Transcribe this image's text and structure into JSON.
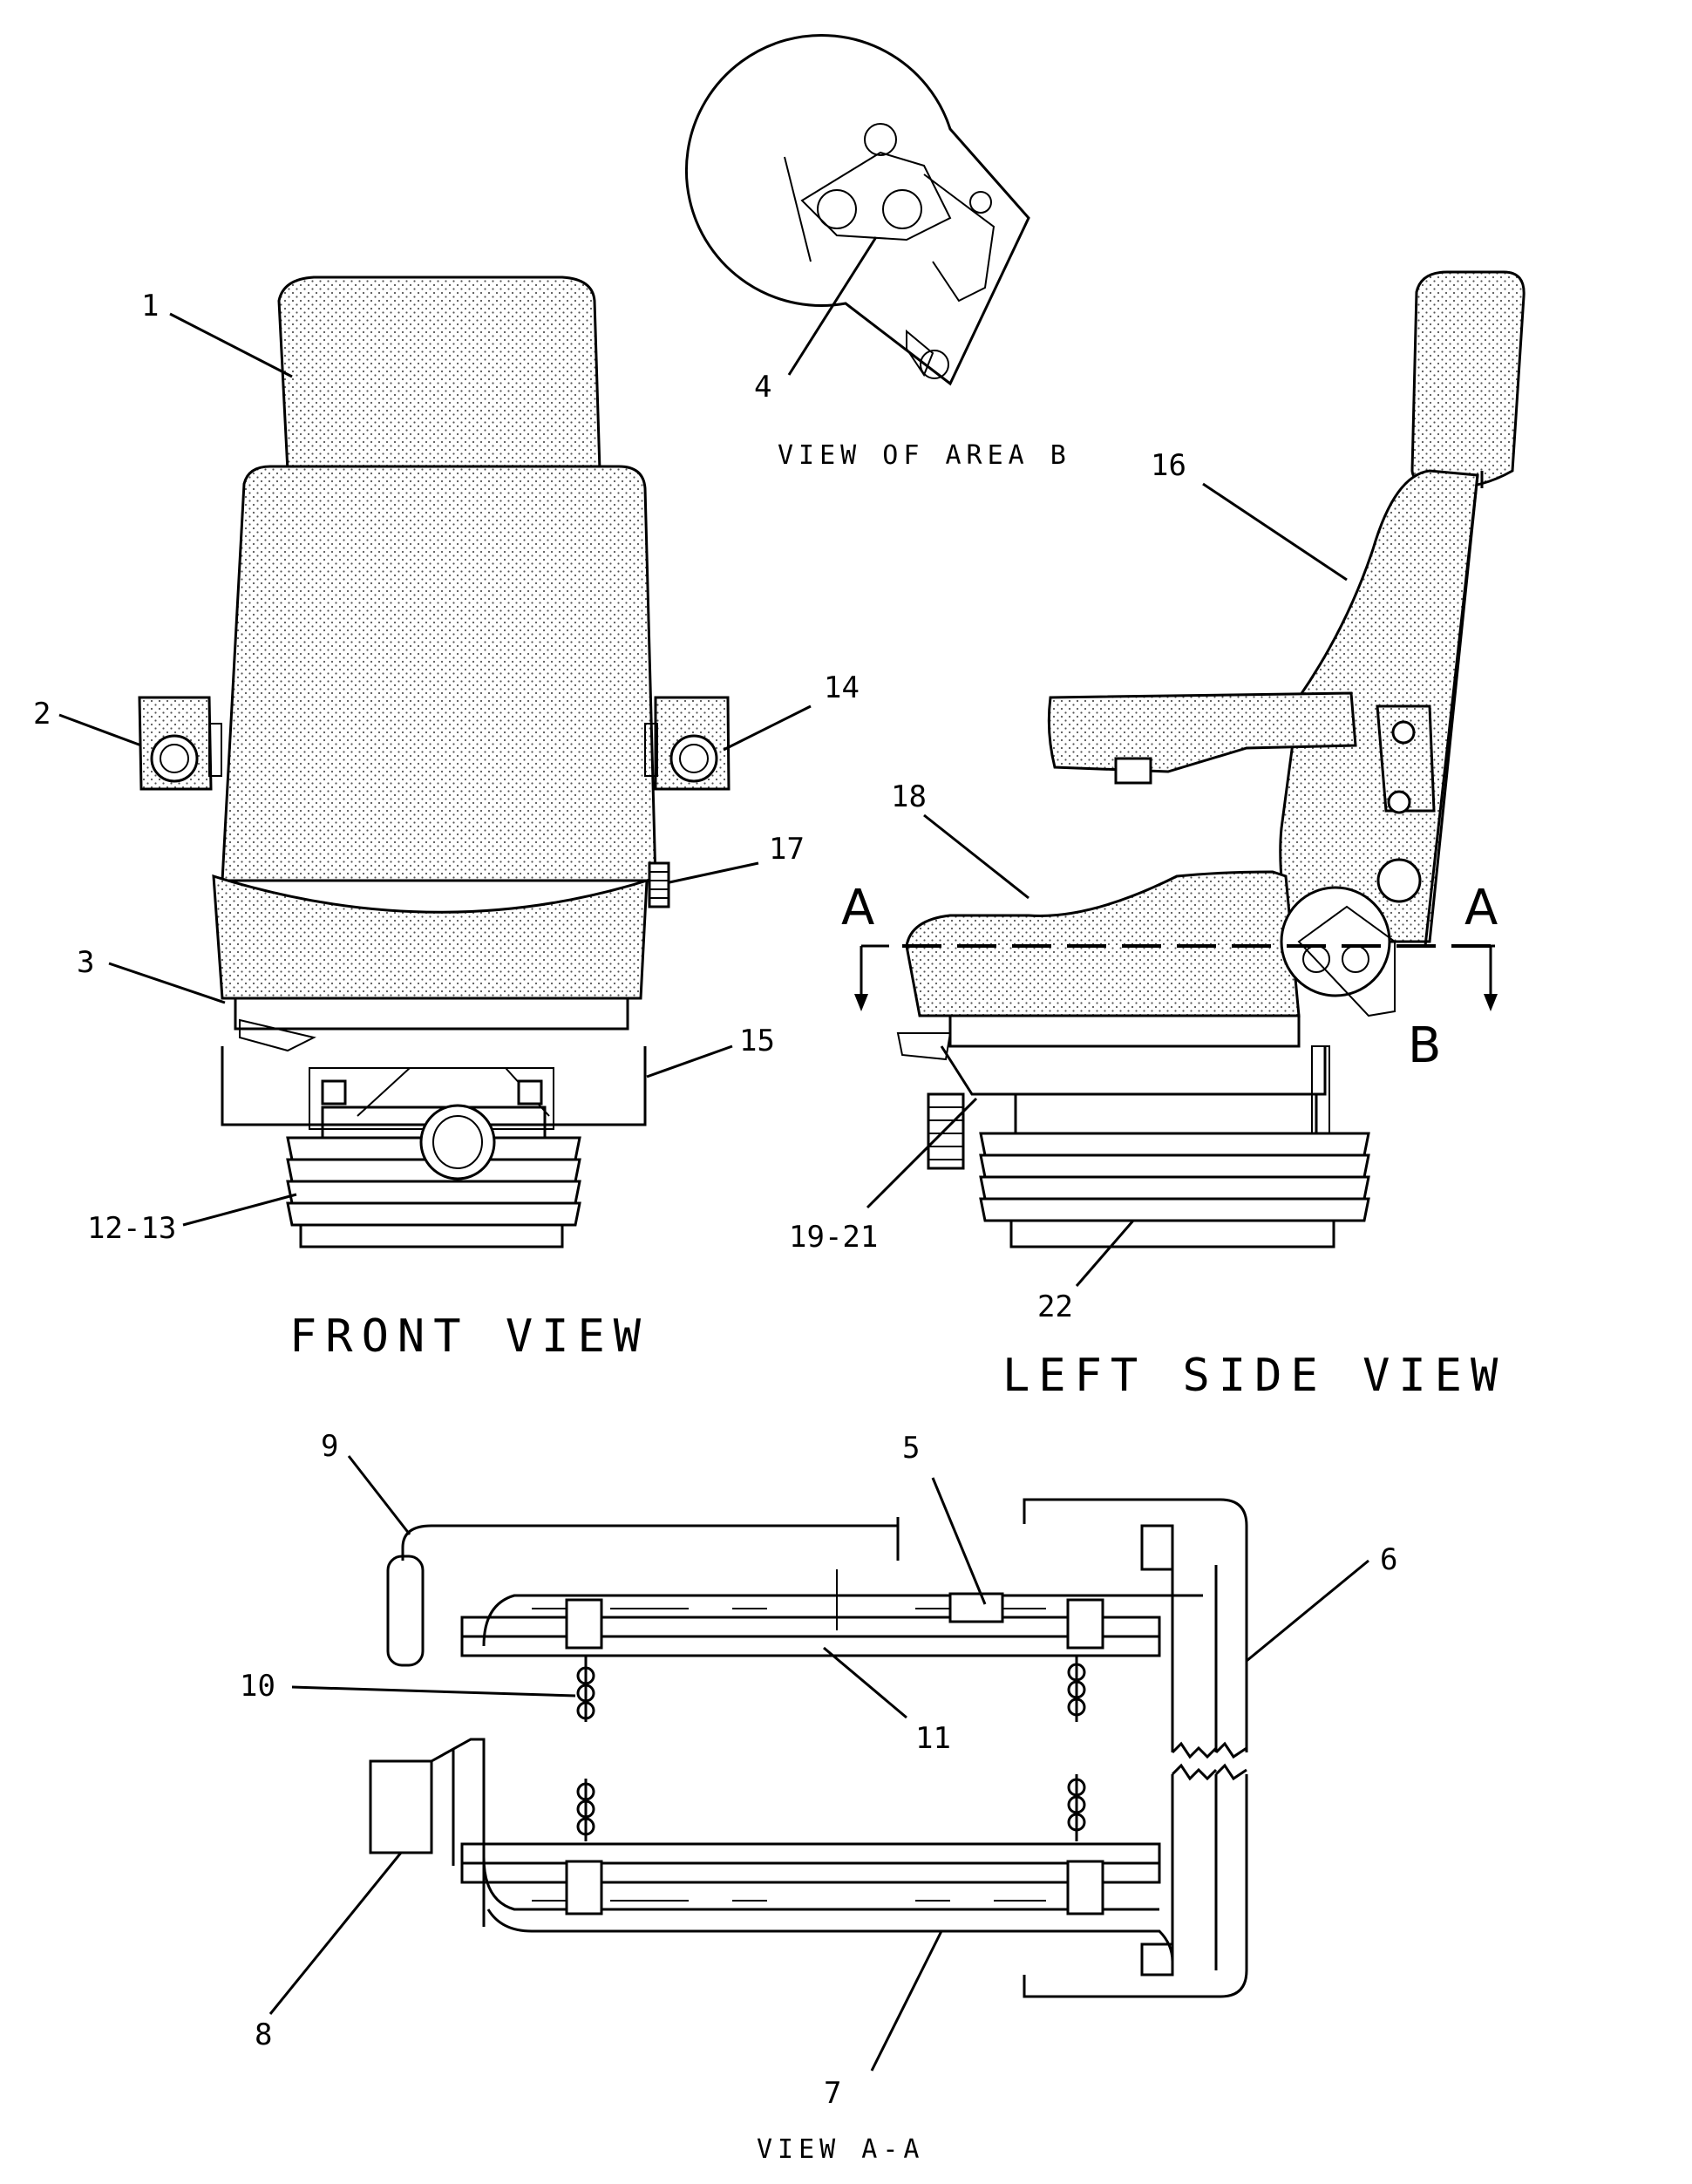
{
  "views": {
    "front": "FRONT VIEW",
    "left_side": "LEFT SIDE VIEW",
    "area_b": "VIEW OF AREA B",
    "section_aa": "VIEW A-A"
  },
  "section_marks": {
    "a_left": "A",
    "a_right": "A",
    "b": "B"
  },
  "callouts": {
    "c1": "1",
    "c2": "2",
    "c3": "3",
    "c4": "4",
    "c5": "5",
    "c6": "6",
    "c7": "7",
    "c8": "8",
    "c9": "9",
    "c10": "10",
    "c11": "11",
    "c12_13": "12-13",
    "c14": "14",
    "c15": "15",
    "c16": "16",
    "c17": "17",
    "c18": "18",
    "c19_21": "19-21",
    "c22": "22"
  }
}
